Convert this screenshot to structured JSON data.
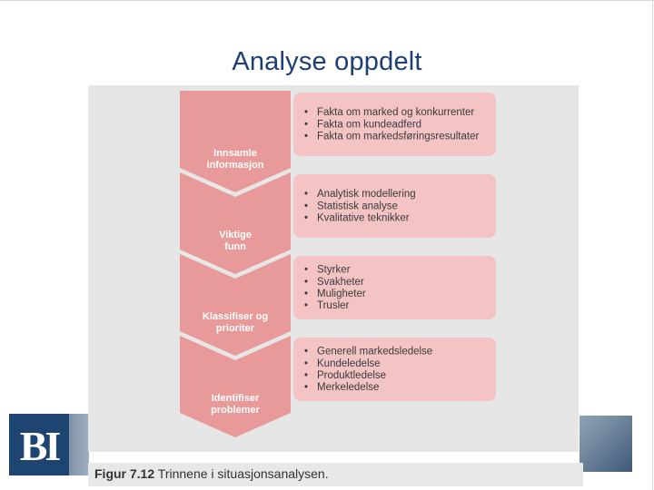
{
  "slide": {
    "title": "Analyse oppdelt",
    "logo_text": "BI"
  },
  "figure": {
    "caption_number": "Figur 7.12",
    "caption_text": "Trinnene i situasjonsanalysen.",
    "colors": {
      "chevron": "#e89a9a",
      "box": "#f4c4c4",
      "background": "#e6e6e6"
    },
    "stages": [
      {
        "label_lines": [
          "Innsamle",
          "informasjon"
        ],
        "bullets": [
          "Fakta om marked og konkurrenter",
          "Fakta om kundeadferd",
          "Fakta om markedsføringsresultater"
        ]
      },
      {
        "label_lines": [
          "Viktige",
          "funn"
        ],
        "bullets": [
          "Analytisk modellering",
          "Statistisk analyse",
          "Kvalitative teknikker"
        ]
      },
      {
        "label_lines": [
          "Klassifiser og",
          "prioriter"
        ],
        "bullets": [
          "Styrker",
          "Svakheter",
          "Muligheter",
          "Trusler"
        ]
      },
      {
        "label_lines": [
          "Identifiser",
          "problemer"
        ],
        "bullets": [
          "Generell markedsledelse",
          "Kundeledelse",
          "Produktledelse",
          "Merkeledelse"
        ]
      }
    ]
  }
}
